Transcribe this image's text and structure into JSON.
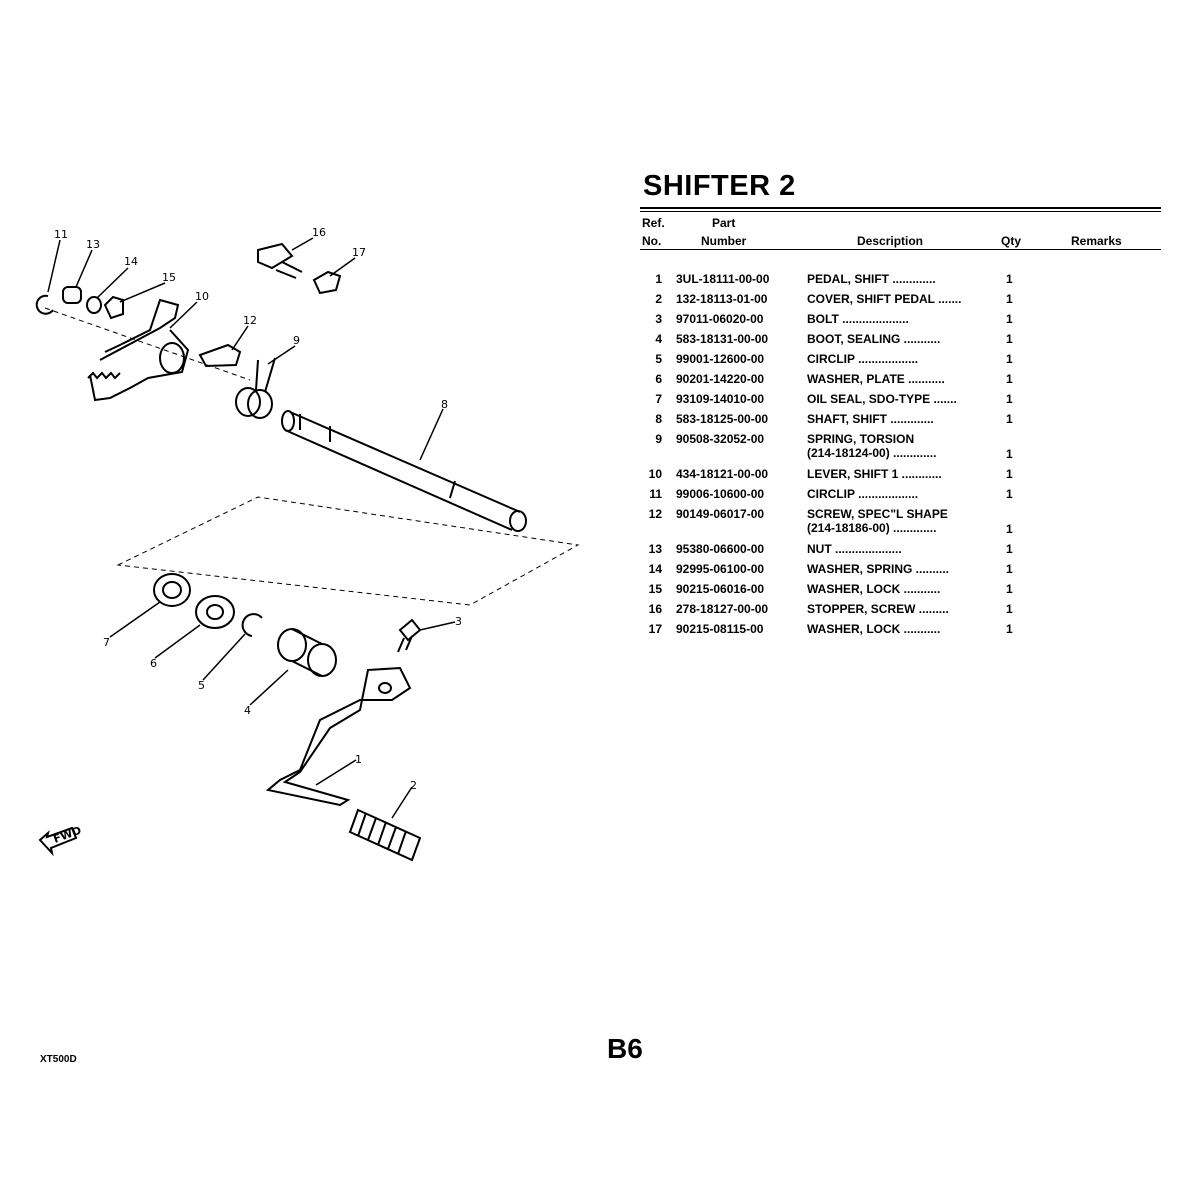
{
  "title": "SHIFTER 2",
  "page_code": "B6",
  "model": "XT500D",
  "headers": {
    "ref_line1": "Ref.",
    "ref_line2": "No.",
    "part_line1": "Part",
    "part_line2": "Number",
    "description": "Description",
    "qty": "Qty",
    "remarks": "Remarks"
  },
  "parts": [
    {
      "ref": "1",
      "number": "3UL-18111-00-00",
      "desc": "PEDAL, SHIFT  .............",
      "desc2": "",
      "qty": "1"
    },
    {
      "ref": "2",
      "number": "132-18113-01-00",
      "desc": "COVER, SHIFT PEDAL  .......",
      "desc2": "",
      "qty": "1"
    },
    {
      "ref": "3",
      "number": "97011-06020-00",
      "desc": "BOLT  ....................",
      "desc2": "",
      "qty": "1"
    },
    {
      "ref": "4",
      "number": "583-18131-00-00",
      "desc": "BOOT, SEALING  ...........",
      "desc2": "",
      "qty": "1"
    },
    {
      "ref": "5",
      "number": "99001-12600-00",
      "desc": "CIRCLIP  ..................",
      "desc2": "",
      "qty": "1"
    },
    {
      "ref": "6",
      "number": "90201-14220-00",
      "desc": "WASHER, PLATE  ...........",
      "desc2": "",
      "qty": "1"
    },
    {
      "ref": "7",
      "number": "93109-14010-00",
      "desc": "OIL SEAL, SDO-TYPE  .......",
      "desc2": "",
      "qty": "1"
    },
    {
      "ref": "8",
      "number": "583-18125-00-00",
      "desc": "SHAFT, SHIFT  .............",
      "desc2": "",
      "qty": "1"
    },
    {
      "ref": "9",
      "number": "90508-32052-00",
      "desc": "SPRING, TORSION",
      "desc2": "(214-18124-00)  .............",
      "qty": "1"
    },
    {
      "ref": "10",
      "number": "434-18121-00-00",
      "desc": "LEVER, SHIFT 1  ............",
      "desc2": "",
      "qty": "1"
    },
    {
      "ref": "11",
      "number": "99006-10600-00",
      "desc": "CIRCLIP  ..................",
      "desc2": "",
      "qty": "1"
    },
    {
      "ref": "12",
      "number": "90149-06017-00",
      "desc": "SCREW, SPEC\"L SHAPE",
      "desc2": "(214-18186-00)  .............",
      "qty": "1"
    },
    {
      "ref": "13",
      "number": "95380-06600-00",
      "desc": "NUT  ....................",
      "desc2": "",
      "qty": "1"
    },
    {
      "ref": "14",
      "number": "92995-06100-00",
      "desc": "WASHER, SPRING  ..........",
      "desc2": "",
      "qty": "1"
    },
    {
      "ref": "15",
      "number": "90215-06016-00",
      "desc": "WASHER, LOCK  ...........",
      "desc2": "",
      "qty": "1"
    },
    {
      "ref": "16",
      "number": "278-18127-00-00",
      "desc": "STOPPER, SCREW  .........",
      "desc2": "",
      "qty": "1"
    },
    {
      "ref": "17",
      "number": "90215-08115-00",
      "desc": "WASHER, LOCK  ...........",
      "desc2": "",
      "qty": "1"
    }
  ],
  "diagram": {
    "fwd_label": "FWD",
    "callouts": [
      "11",
      "13",
      "14",
      "15",
      "10",
      "16",
      "17",
      "12",
      "9",
      "8",
      "7",
      "6",
      "5",
      "4",
      "3",
      "1",
      "2"
    ]
  }
}
